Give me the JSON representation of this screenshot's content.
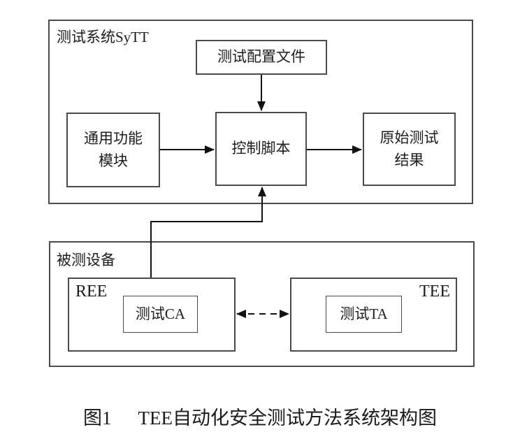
{
  "figure": {
    "caption_prefix": "图1",
    "caption_title": "TEE自动化安全测试方法系统架构图"
  },
  "test_system": {
    "label": "测试系统SyTT",
    "config_file": "测试配置文件",
    "general_module": "通用功能\n模块",
    "control_script": "控制脚本",
    "raw_results": "原始测试\n结果"
  },
  "device": {
    "label": "被测设备",
    "ree_label": "REE",
    "tee_label": "TEE",
    "test_ca": "测试CA",
    "test_ta": "测试TA"
  },
  "connections": {
    "config_to_control": "测试配置文件→控制脚本",
    "general_to_control": "通用功能模块→控制脚本",
    "control_to_result": "控制脚本→原始测试结果",
    "ree_to_control": "REE→控制脚本",
    "ca_ta_channel": "测试CA↔测试TA"
  },
  "colors": {
    "box_border": "#4a4a4a",
    "arrow": "#111111",
    "text": "#1c1c1c",
    "background": "#ffffff"
  }
}
